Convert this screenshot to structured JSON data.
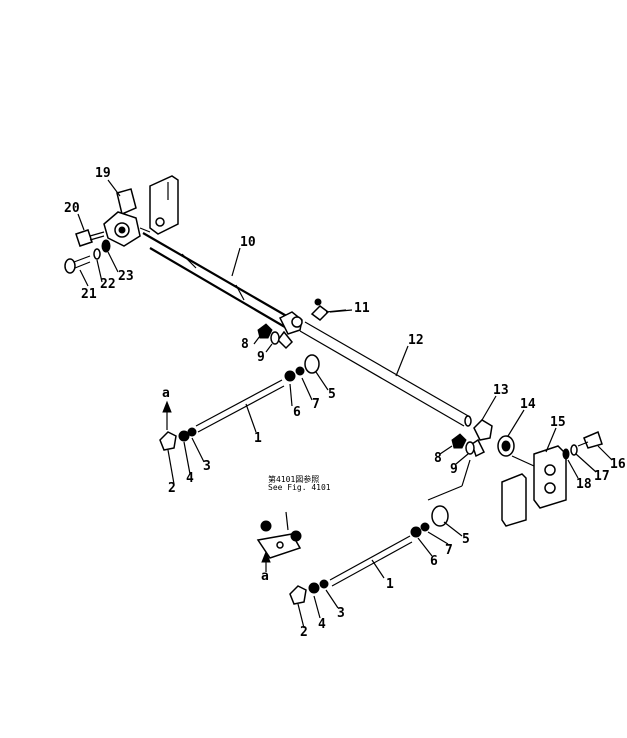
{
  "labels": {
    "p1a": "1",
    "p2a": "2",
    "p3a": "3",
    "p4a": "4",
    "p5a": "5",
    "p6a": "6",
    "p7a": "7",
    "p8a": "8",
    "p9a": "9",
    "p10": "10",
    "p11": "11",
    "p12": "12",
    "p13": "13",
    "p14": "14",
    "p15": "15",
    "p16": "16",
    "p17": "17",
    "p18": "18",
    "p19": "19",
    "p20": "20",
    "p21": "21",
    "p22": "22",
    "p23": "23",
    "p1b": "1",
    "p2b": "2",
    "p3b": "3",
    "p4b": "4",
    "p5b": "5",
    "p6b": "6",
    "p7b": "7",
    "p8b": "8",
    "p9b": "9",
    "aTop": "a",
    "aBottom": "a"
  },
  "note": {
    "line1": "第4101図参照",
    "line2": "See Fig. 4101"
  }
}
